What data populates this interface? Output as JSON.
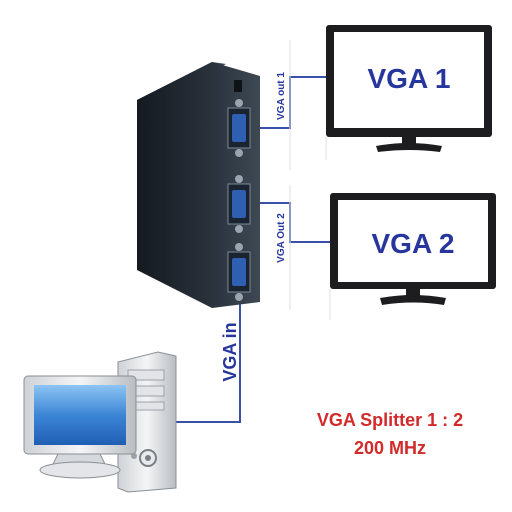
{
  "monitors": [
    {
      "label": "VGA 1"
    },
    {
      "label": "VGA 2"
    }
  ],
  "cables": {
    "out1": "VGA out 1",
    "out2": "VGA Out 2",
    "input": "VGA in"
  },
  "caption": {
    "line1": "VGA Splitter 1 : 2",
    "line2": "200 MHz"
  },
  "colors": {
    "cable": "#3a4fa8",
    "label": "#27369c",
    "caption": "#d22a2a",
    "device": "#1c2229",
    "screen": "#3d86d6"
  }
}
